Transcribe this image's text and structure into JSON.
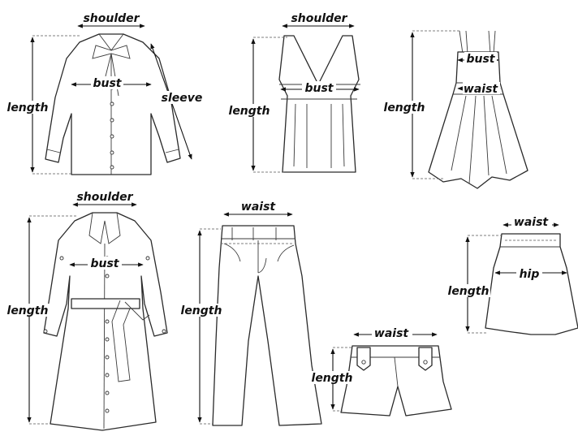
{
  "labels": {
    "shoulder": "shoulder",
    "bust": "bust",
    "sleeve": "sleeve",
    "length": "length",
    "waist": "waist",
    "hip": "hip"
  },
  "figures": [
    {
      "id": "blouse",
      "measurements": [
        "shoulder",
        "bust",
        "sleeve",
        "length"
      ]
    },
    {
      "id": "vest-top",
      "measurements": [
        "shoulder",
        "bust",
        "length"
      ]
    },
    {
      "id": "strap-dress",
      "measurements": [
        "bust",
        "waist",
        "length"
      ]
    },
    {
      "id": "trench-coat",
      "measurements": [
        "shoulder",
        "bust",
        "length"
      ]
    },
    {
      "id": "trousers",
      "measurements": [
        "waist",
        "length"
      ]
    },
    {
      "id": "shorts",
      "measurements": [
        "waist",
        "length"
      ]
    },
    {
      "id": "skirt",
      "measurements": [
        "waist",
        "hip",
        "length"
      ]
    }
  ],
  "colors": {
    "line": "#2a2a2a",
    "background": "#ffffff"
  }
}
